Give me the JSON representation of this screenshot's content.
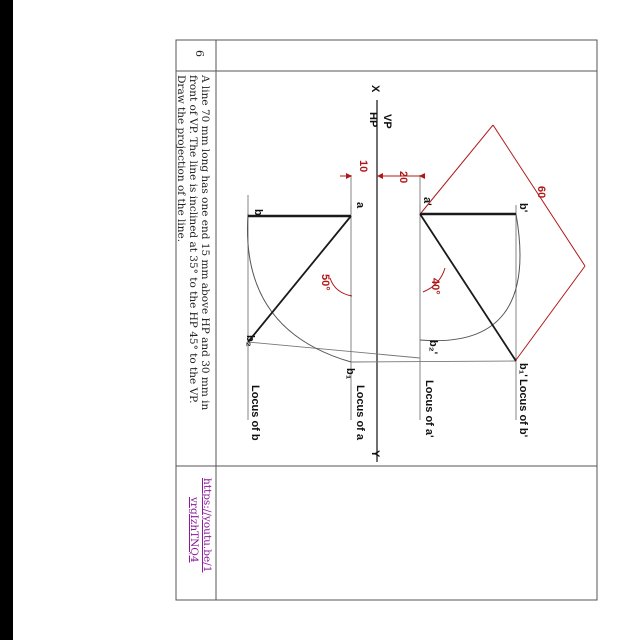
{
  "table": {
    "serial_no": "6",
    "question_lines": [
      "A line 70 mm long has one end 15 mm above HP and 30 mm in",
      "front of VP. The line is inclined at 35° to the HP 45° to the VP.",
      "Draw the projection of the line."
    ],
    "link_lines": [
      "https://youtu.be/1",
      "vrgIzhTNQ4"
    ]
  },
  "drawing": {
    "x_label": "X",
    "y_label": "Y",
    "vp_label": "VP",
    "hp_label": "HP",
    "dim_10": "10",
    "dim_20": "20",
    "dim_60": "60",
    "angle_50": "50°",
    "angle_40": "40°",
    "pt_a_prime": "a'",
    "pt_b_prime": "b'",
    "pt_a": "a",
    "pt_b": "b",
    "pt_b2_prime": "b₂'",
    "pt_b1_prime": "b₁'",
    "pt_b2": "b₂",
    "pt_b1": "b₁",
    "locus_b_prime": "Locus of b'",
    "locus_a_prime": "Locus of a'",
    "locus_a": "Locus of a",
    "locus_b": "Locus of b"
  },
  "colors": {
    "dimension": "#b01818",
    "link": "#8a1a9a",
    "line": "#111111"
  }
}
